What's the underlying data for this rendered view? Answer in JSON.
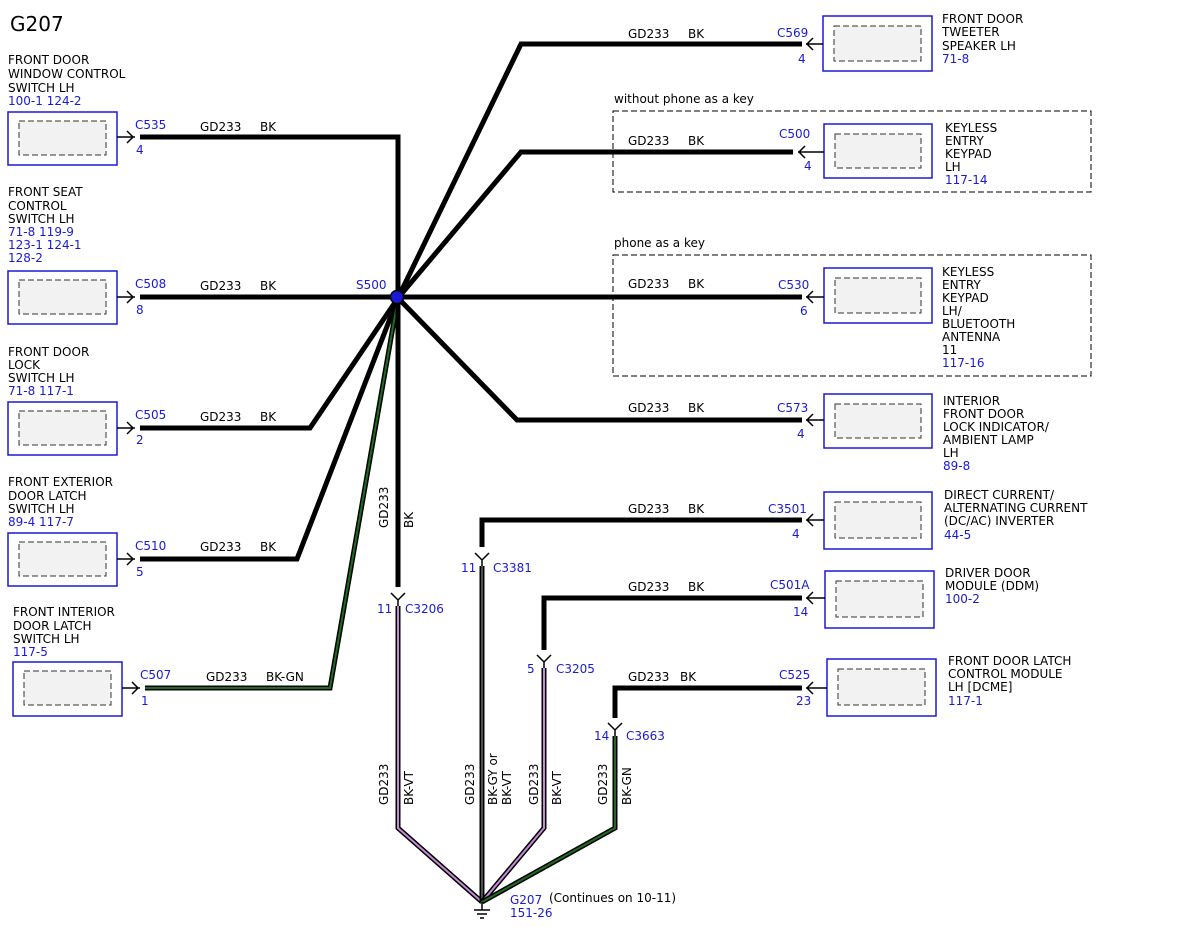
{
  "title": "G207",
  "splice": {
    "name": "S500",
    "color": "#1a1ad6"
  },
  "colors": {
    "wire": "#000000",
    "link": "#1a1ad6",
    "green": "#1f6b1f",
    "violet": "#c58ad8"
  },
  "left_components": [
    {
      "id": "window-switch",
      "name_lines": [
        "FRONT DOOR",
        "WINDOW CONTROL",
        "SWITCH LH"
      ],
      "refs": [
        "100-1 124-2"
      ],
      "connector": "C535",
      "pin": "4",
      "circuit": "GD233",
      "wire_color": "BK"
    },
    {
      "id": "seat-switch",
      "name_lines": [
        "FRONT SEAT",
        "CONTROL",
        "SWITCH LH"
      ],
      "refs": [
        "71-8  119-9",
        "123-1 124-1",
        "128-2"
      ],
      "connector": "C508",
      "pin": "8",
      "circuit": "GD233",
      "wire_color": "BK"
    },
    {
      "id": "lock-switch",
      "name_lines": [
        "FRONT DOOR",
        "LOCK",
        "SWITCH LH"
      ],
      "refs": [
        "71-8  117-1"
      ],
      "connector": "C505",
      "pin": "2",
      "circuit": "GD233",
      "wire_color": "BK"
    },
    {
      "id": "ext-latch-switch",
      "name_lines": [
        "FRONT EXTERIOR",
        "DOOR LATCH",
        "SWITCH LH"
      ],
      "refs": [
        "89-4  117-7"
      ],
      "connector": "C510",
      "pin": "5",
      "circuit": "GD233",
      "wire_color": "BK"
    },
    {
      "id": "int-latch-switch",
      "name_lines": [
        "FRONT INTERIOR",
        "DOOR LATCH",
        "SWITCH LH"
      ],
      "refs": [
        "117-5"
      ],
      "connector": "C507",
      "pin": "1",
      "circuit": "GD233",
      "wire_color": "BK-GN"
    }
  ],
  "right_components": [
    {
      "id": "tweeter",
      "name_lines": [
        "FRONT DOOR",
        "TWEETER",
        "SPEAKER LH"
      ],
      "refs": [
        "71-8"
      ],
      "connector": "C569",
      "pin": "4",
      "circuit": "GD233",
      "wire_color": "BK"
    },
    {
      "id": "keypad-a",
      "name_lines": [
        "KEYLESS",
        "ENTRY",
        "KEYPAD",
        "LH"
      ],
      "refs": [
        "117-14"
      ],
      "connector": "C500",
      "pin": "4",
      "circuit": "GD233",
      "wire_color": "BK"
    },
    {
      "id": "keypad-b",
      "name_lines": [
        "KEYLESS",
        "ENTRY",
        "KEYPAD",
        "LH/",
        "BLUETOOTH",
        "ANTENNA",
        "11"
      ],
      "refs": [
        "117-16"
      ],
      "connector": "C530",
      "pin": "6",
      "circuit": "GD233",
      "wire_color": "BK"
    },
    {
      "id": "lock-lamp",
      "name_lines": [
        "INTERIOR",
        "FRONT DOOR",
        "LOCK INDICATOR/",
        "AMBIENT LAMP",
        "LH"
      ],
      "refs": [
        "89-8"
      ],
      "connector": "C573",
      "pin": "4",
      "circuit": "GD233",
      "wire_color": "BK"
    },
    {
      "id": "inverter",
      "name_lines": [
        "DIRECT CURRENT/",
        "ALTERNATING CURRENT",
        "(DC/AC) INVERTER"
      ],
      "refs": [
        "44-5"
      ],
      "connector": "C3501",
      "pin": "4",
      "circuit": "GD233",
      "wire_color": "BK"
    },
    {
      "id": "ddm",
      "name_lines": [
        "DRIVER DOOR",
        "MODULE (DDM)"
      ],
      "refs": [
        "100-2"
      ],
      "connector": "C501A",
      "pin": "14",
      "circuit": "GD233",
      "wire_color": "BK"
    },
    {
      "id": "dcme",
      "name_lines": [
        "FRONT DOOR LATCH",
        "CONTROL MODULE",
        "LH [DCME]"
      ],
      "refs": [
        "117-1"
      ],
      "connector": "C525",
      "pin": "23",
      "circuit": "GD233",
      "wire_color": "BK"
    }
  ],
  "option_boxes": [
    {
      "id": "without-phone",
      "label": "without phone as a key"
    },
    {
      "id": "phone",
      "label": "phone as a key"
    }
  ],
  "inline_connectors": [
    {
      "id": "c3206",
      "name": "C3206",
      "pin": "11",
      "upper_circuit": "GD233",
      "upper_color": "BK",
      "lower_circuit": "GD233",
      "lower_color": "BK-VT"
    },
    {
      "id": "c3381",
      "name": "C3381",
      "pin": "11",
      "lower_circuit": "GD233",
      "lower_color_lines": [
        "BK-GY or",
        "BK-VT"
      ]
    },
    {
      "id": "c3205",
      "name": "C3205",
      "pin": "5",
      "lower_circuit": "GD233",
      "lower_color": "BK-VT"
    },
    {
      "id": "c3663",
      "name": "C3663",
      "pin": "14",
      "lower_circuit": "GD233",
      "lower_color": "BK-GN"
    }
  ],
  "ground": {
    "name": "G207",
    "ref": "151-26",
    "note": "(Continues on 10-11)"
  }
}
